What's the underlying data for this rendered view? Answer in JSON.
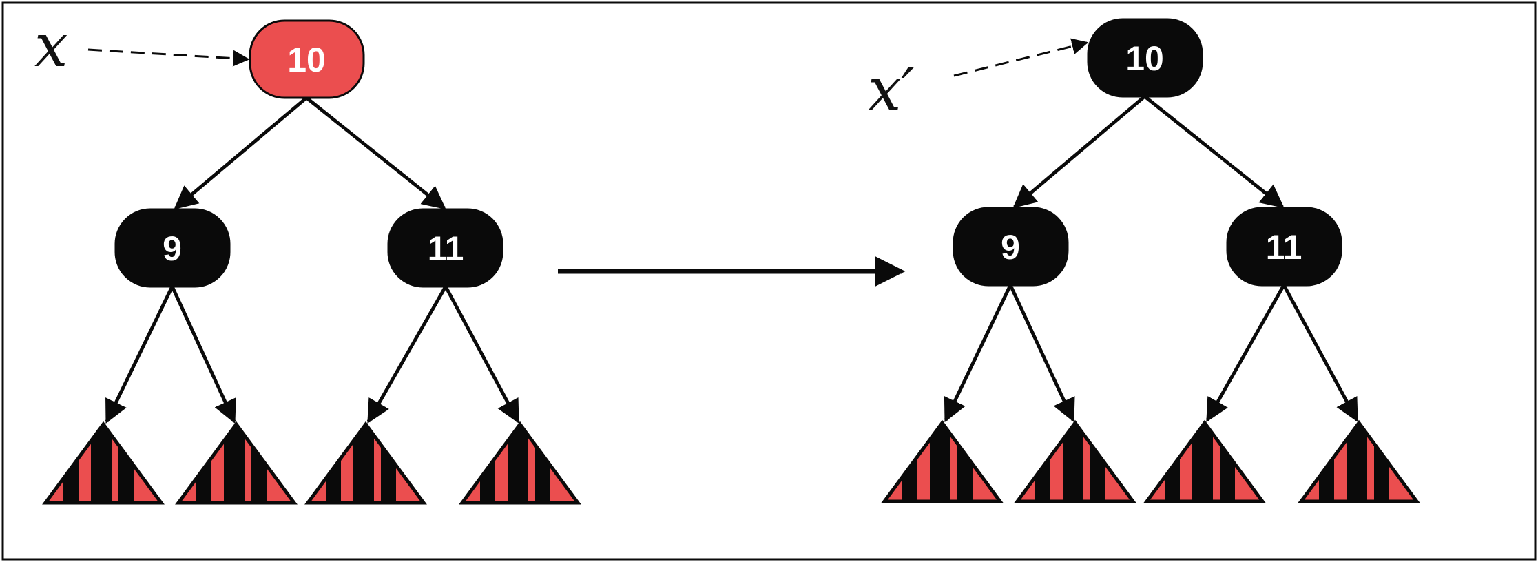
{
  "colors": {
    "red": "#eb4e4f",
    "black": "#0a0a0a",
    "white": "#ffffff"
  },
  "before": {
    "pointer_label": "x",
    "root": {
      "value": "10",
      "color": "red"
    },
    "left": {
      "value": "9",
      "color": "black"
    },
    "right": {
      "value": "11",
      "color": "black"
    }
  },
  "after": {
    "pointer_label": "x′",
    "root": {
      "value": "10",
      "color": "black"
    },
    "left": {
      "value": "9",
      "color": "black"
    },
    "right": {
      "value": "11",
      "color": "black"
    }
  }
}
